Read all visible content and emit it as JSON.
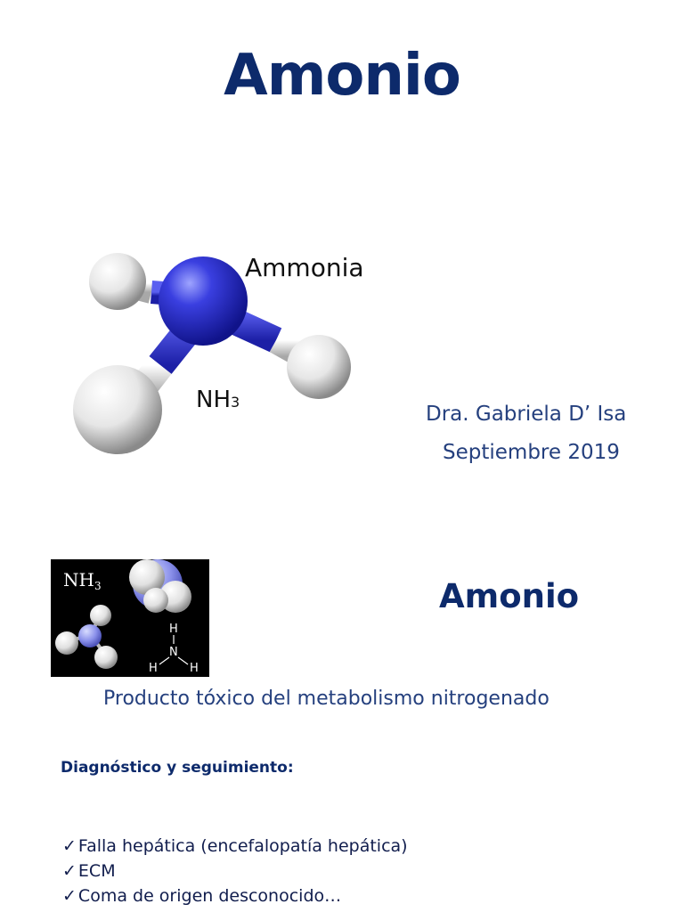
{
  "slide1": {
    "title": "Amonio",
    "molecule_label": "Ammonia",
    "formula_main": "NH",
    "formula_sub": "3",
    "author": "Dra. Gabriela D’ Isa",
    "date": "Septiembre 2019"
  },
  "slide2": {
    "image_formula_main": "NH",
    "image_formula_sub": "3",
    "structural_h": "H",
    "structural_n": "N",
    "title": "Amonio",
    "subtitle": "Producto tóxico del metabolismo nitrogenado",
    "section_heading": "Diagnóstico y seguimiento:",
    "check_mark": "✓",
    "items": [
      "Falla hepática  (encefalopatía hepática)",
      "ECM",
      "Coma de origen desconocido…"
    ]
  },
  "colors": {
    "title_navy": "#0d2a6b",
    "text_blue": "#25407e",
    "nitrogen_blue": "#2b2fd6",
    "hydrogen_white": "#f2f2f2"
  }
}
